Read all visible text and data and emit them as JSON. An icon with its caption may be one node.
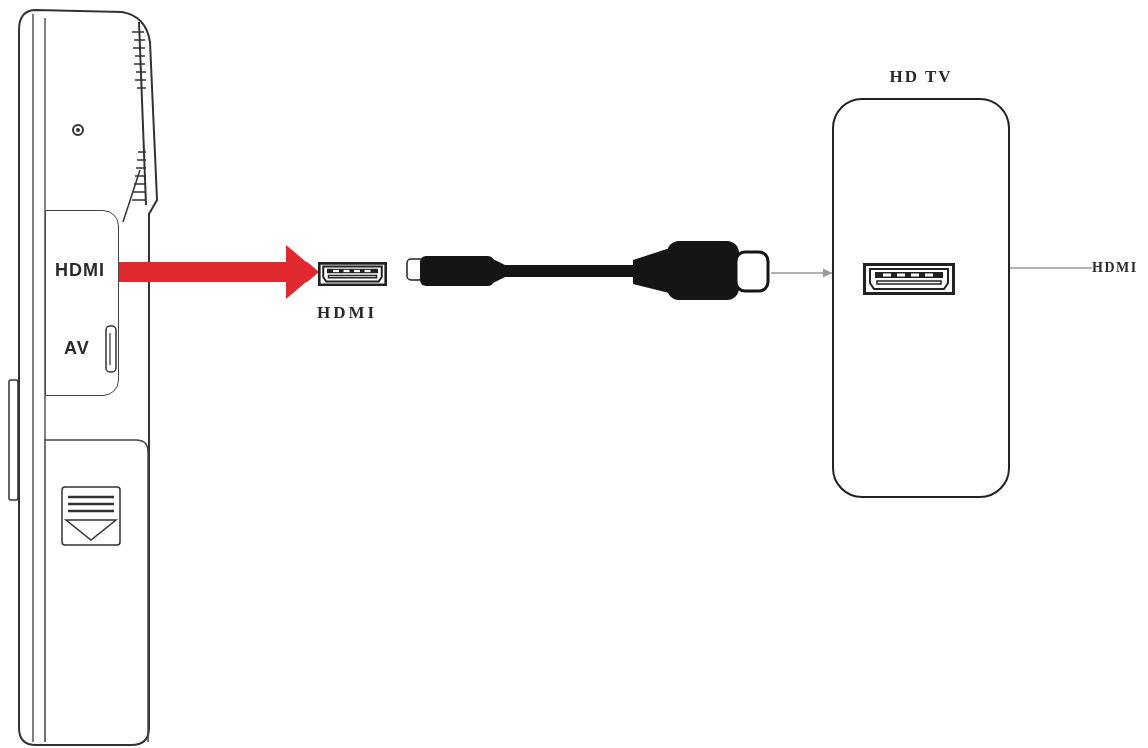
{
  "diagram": {
    "nodes": [
      {
        "text": [],
        "shape": "picture"
      },
      {
        "text": [
          "HDMI",
          "AV"
        ],
        "in": 0
      },
      {
        "text": [],
        "shape": "picture",
        "beside": [
          "HDMI"
        ]
      },
      {
        "text": [],
        "shape": "picture"
      },
      {
        "text": [
          "HD TV"
        ]
      },
      {
        "text": [],
        "shape": "picture",
        "in": 4
      },
      {
        "text": [
          "HDMI"
        ]
      }
    ],
    "edges": [
      {
        "from": 1,
        "to": 2,
        "arrow": "to",
        "style": "thick",
        "color": "#e02a2f"
      },
      {
        "from": 3,
        "to": 4,
        "arrow": "to"
      },
      {
        "from": 6,
        "to": 4,
        "arrow": "none"
      }
    ]
  }
}
